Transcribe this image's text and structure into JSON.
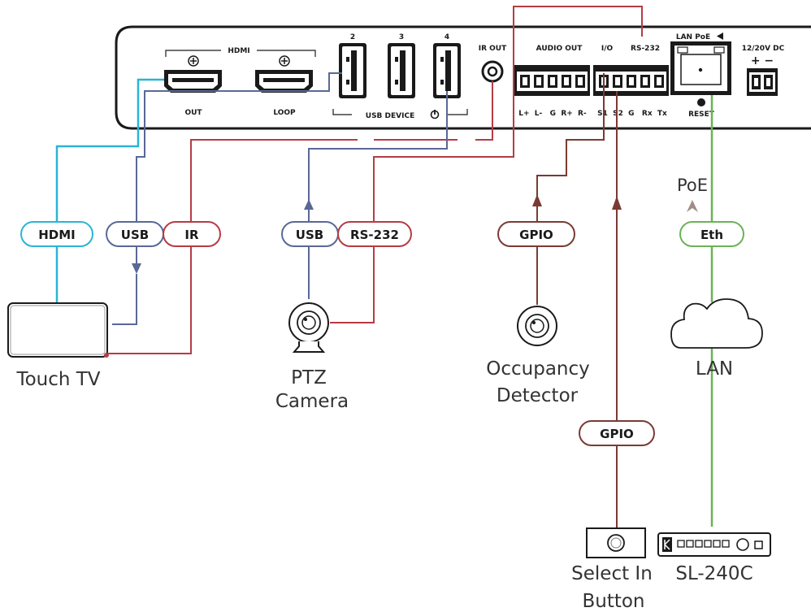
{
  "colors": {
    "hdmi": "#2ab4d6",
    "usb": "#5a6896",
    "red": "#b53c44",
    "gpio": "#7a3a33",
    "eth": "#6cb257",
    "poe_arrow": "#a18d86",
    "device_outline": "#1a1a1a",
    "text": "#333333"
  },
  "panel": {
    "hdmi_label": "HDMI",
    "out_label": "OUT",
    "loop_label": "LOOP",
    "usb_port_2": "2",
    "usb_port_3": "3",
    "usb_port_4": "4",
    "usb_device_label": "USB DEVICE",
    "usb_power_icon": "power-icon",
    "ir_out_label": "IR OUT",
    "audio_out_label": "AUDIO OUT",
    "io_label": "I/O",
    "rs232_label": "RS-232",
    "audio_pins": "L+  L-   G  R+  R-",
    "io_pins": "S1  S2  G   Rx  Tx",
    "lan_poe_label": "LAN PoE",
    "reset_label": "RESET",
    "dc_label": "12/20V DC",
    "dc_polarity": "+ −"
  },
  "cables": {
    "hdmi": "HDMI",
    "usb_tv": "USB",
    "ir": "IR",
    "usb_cam": "USB",
    "rs232": "RS-232",
    "gpio_detector": "GPIO",
    "eth": "Eth",
    "gpio_button": "GPIO",
    "poe": "PoE"
  },
  "devices": {
    "touch_tv": "Touch TV",
    "ptz_camera_line1": "PTZ",
    "ptz_camera_line2": "Camera",
    "occupancy_line1": "Occupancy",
    "occupancy_line2": "Detector",
    "lan": "LAN",
    "select_button_line1": "Select In",
    "select_button_line2": "Button",
    "sl240c": "SL-240C"
  }
}
